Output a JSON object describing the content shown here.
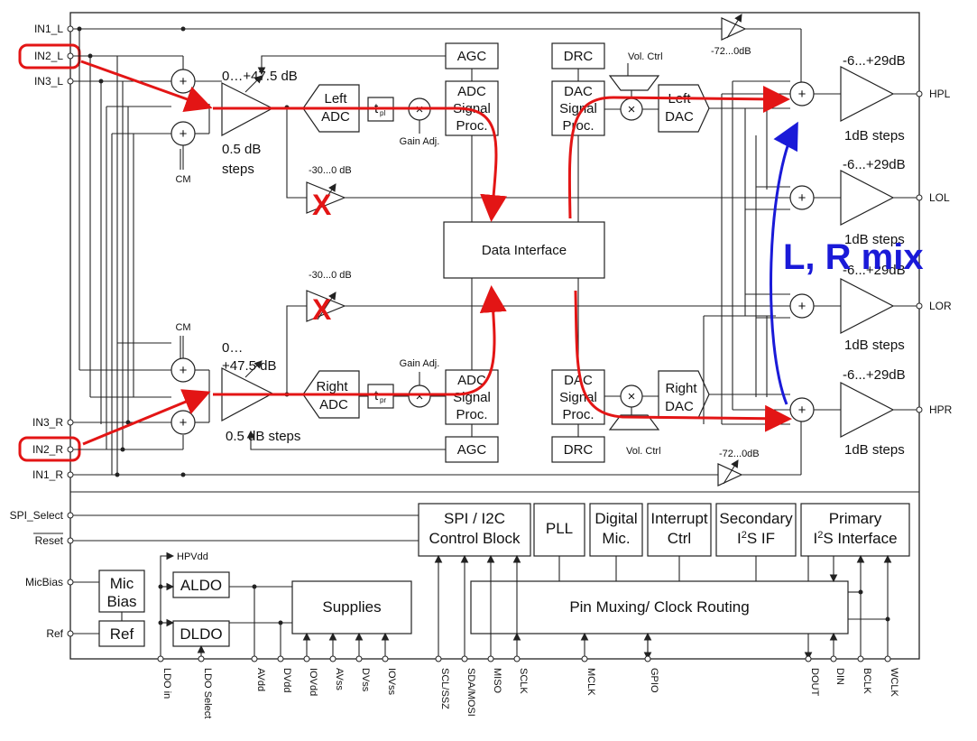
{
  "inputs": {
    "in1_l": "IN1_L",
    "in2_l": "IN2_L",
    "in3_l": "IN3_L",
    "in3_r": "IN3_R",
    "in2_r": "IN2_R",
    "in1_r": "IN1_R",
    "spi_select": "SPI_Select",
    "reset": "Reset",
    "micbias": "MicBias",
    "ref": "Ref"
  },
  "outputs": {
    "hpl": "HPL",
    "lol": "LOL",
    "lor": "LOR",
    "hpr": "HPR"
  },
  "left_path": {
    "pga_range": "0…+47.5 dB",
    "pga_steps_1": "0.5 dB",
    "pga_steps_2": "steps",
    "adc_1": "Left",
    "adc_2": "ADC",
    "tpl_main": "t",
    "tpl_sub": "pl",
    "gain_adj": "Gain Adj.",
    "cm": "CM",
    "bypass_range": "-30...0 dB",
    "agc": "AGC",
    "asp_1": "ADC",
    "asp_2": "Signal",
    "asp_3": "Proc.",
    "drc": "DRC",
    "vol_ctrl": "Vol. Ctrl",
    "dsp_1": "DAC",
    "dsp_2": "Signal",
    "dsp_3": "Proc.",
    "dac_1": "Left",
    "dac_2": "DAC",
    "analog_bypass": "-72...0dB"
  },
  "right_path": {
    "pga_range_1": "0…",
    "pga_range_2": "+47.5 dB",
    "pga_steps": "0.5 dB steps",
    "adc_1": "Right",
    "adc_2": "ADC",
    "tpr_main": "t",
    "tpr_sub": "pr",
    "gain_adj": "Gain Adj.",
    "cm": "CM",
    "bypass_range": "-30...0 dB",
    "agc": "AGC",
    "asp_1": "ADC",
    "asp_2": "Signal",
    "asp_3": "Proc.",
    "drc": "DRC",
    "vol_ctrl": "Vol. Ctrl",
    "dsp_1": "DAC",
    "dsp_2": "Signal",
    "dsp_3": "Proc.",
    "dac_1": "Right",
    "dac_2": "DAC",
    "analog_bypass": "-72...0dB"
  },
  "center": {
    "data_interface": "Data Interface"
  },
  "amps": {
    "range": "-6...+29dB",
    "steps": "1dB steps"
  },
  "annotation": {
    "mix": "L, R mix",
    "mute_mark": "X"
  },
  "bottom_blocks": {
    "spi_1": "SPI / I2C",
    "spi_2": "Control Block",
    "pll": "PLL",
    "dmic_1": "Digital",
    "dmic_2": "Mic.",
    "int_1": "Interrupt",
    "int_2": "Ctrl",
    "sec_1": "Secondary",
    "sec_2a": "I",
    "sec_2b": "2",
    "sec_2c": "S IF",
    "pri_1": "Primary",
    "pri_2a": "I",
    "pri_2b": "2",
    "pri_2c": "S Interface",
    "pin_mux": "Pin Muxing/ Clock Routing",
    "supplies": "Supplies",
    "aldo": "ALDO",
    "dldo": "DLDO",
    "hpvdd": "HPVdd",
    "mic_bias_1": "Mic",
    "mic_bias_2": "Bias",
    "ref": "Ref"
  },
  "pins": [
    "LDO in",
    "LDO Select",
    "AVdd",
    "DVdd",
    "IOVdd",
    "AVss",
    "DVss",
    "IOVss",
    "SCL/SSZ",
    "SDA/MOSI",
    "MISO",
    "SCLK",
    "MCLK",
    "GPIO",
    "DOUT",
    "DIN",
    "BCLK",
    "WCLK"
  ]
}
